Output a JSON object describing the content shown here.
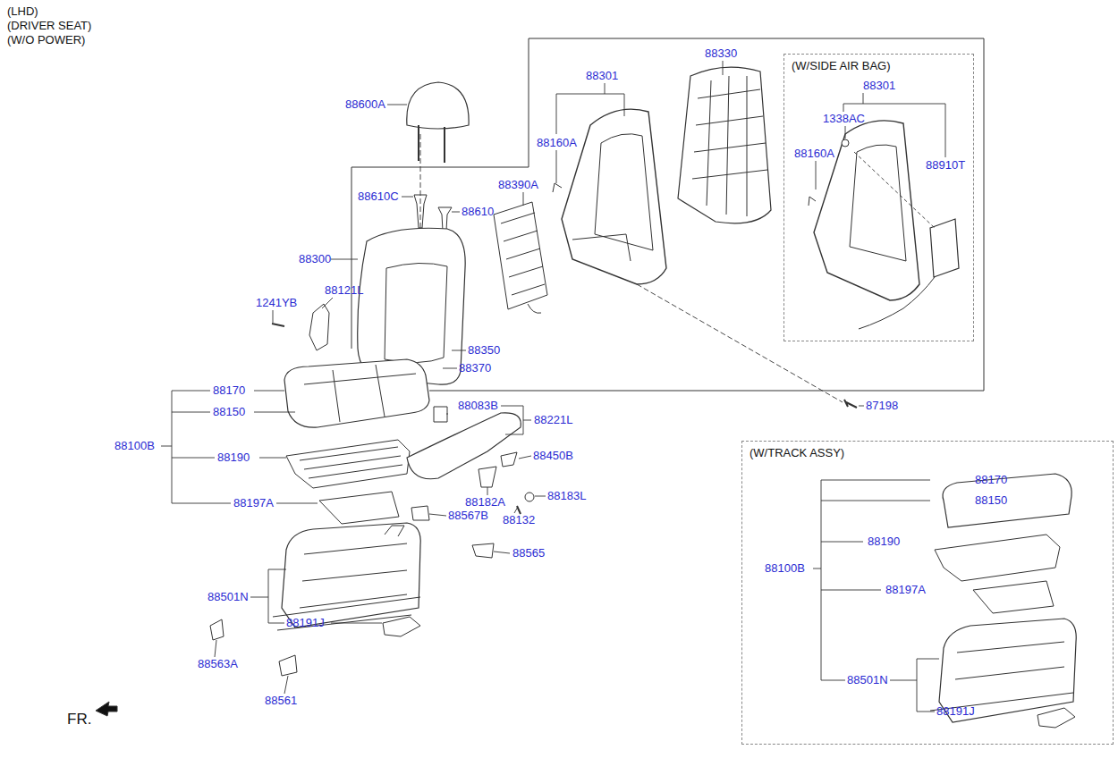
{
  "diagram": {
    "nodes": [
      {
        "text": [
          "(W/SIDE AIR BAG)"
        ]
      },
      {
        "text": [
          "(W/TRACK ASSY)"
        ]
      }
    ],
    "labels": [
      "(LHD)",
      "(DRIVER SEAT)",
      "(W/O POWER)",
      "88330",
      "88301",
      "88160A",
      "88390A",
      "88600A",
      "88610C",
      "88610",
      "88300",
      "88121L",
      "1241YB",
      "88350",
      "88370",
      "88170",
      "88150",
      "88100B",
      "88190",
      "88197A",
      "88083B",
      "88221L",
      "88450B",
      "88182A",
      "88183L",
      "88132",
      "88567B",
      "88565",
      "88501N",
      "88191J",
      "88563A",
      "88561",
      "FR.",
      "87198",
      "88301",
      "1338AC",
      "88160A",
      "88910T",
      "88170",
      "88150",
      "88190",
      "88100B",
      "88197A",
      "88501N",
      "88191J"
    ]
  }
}
